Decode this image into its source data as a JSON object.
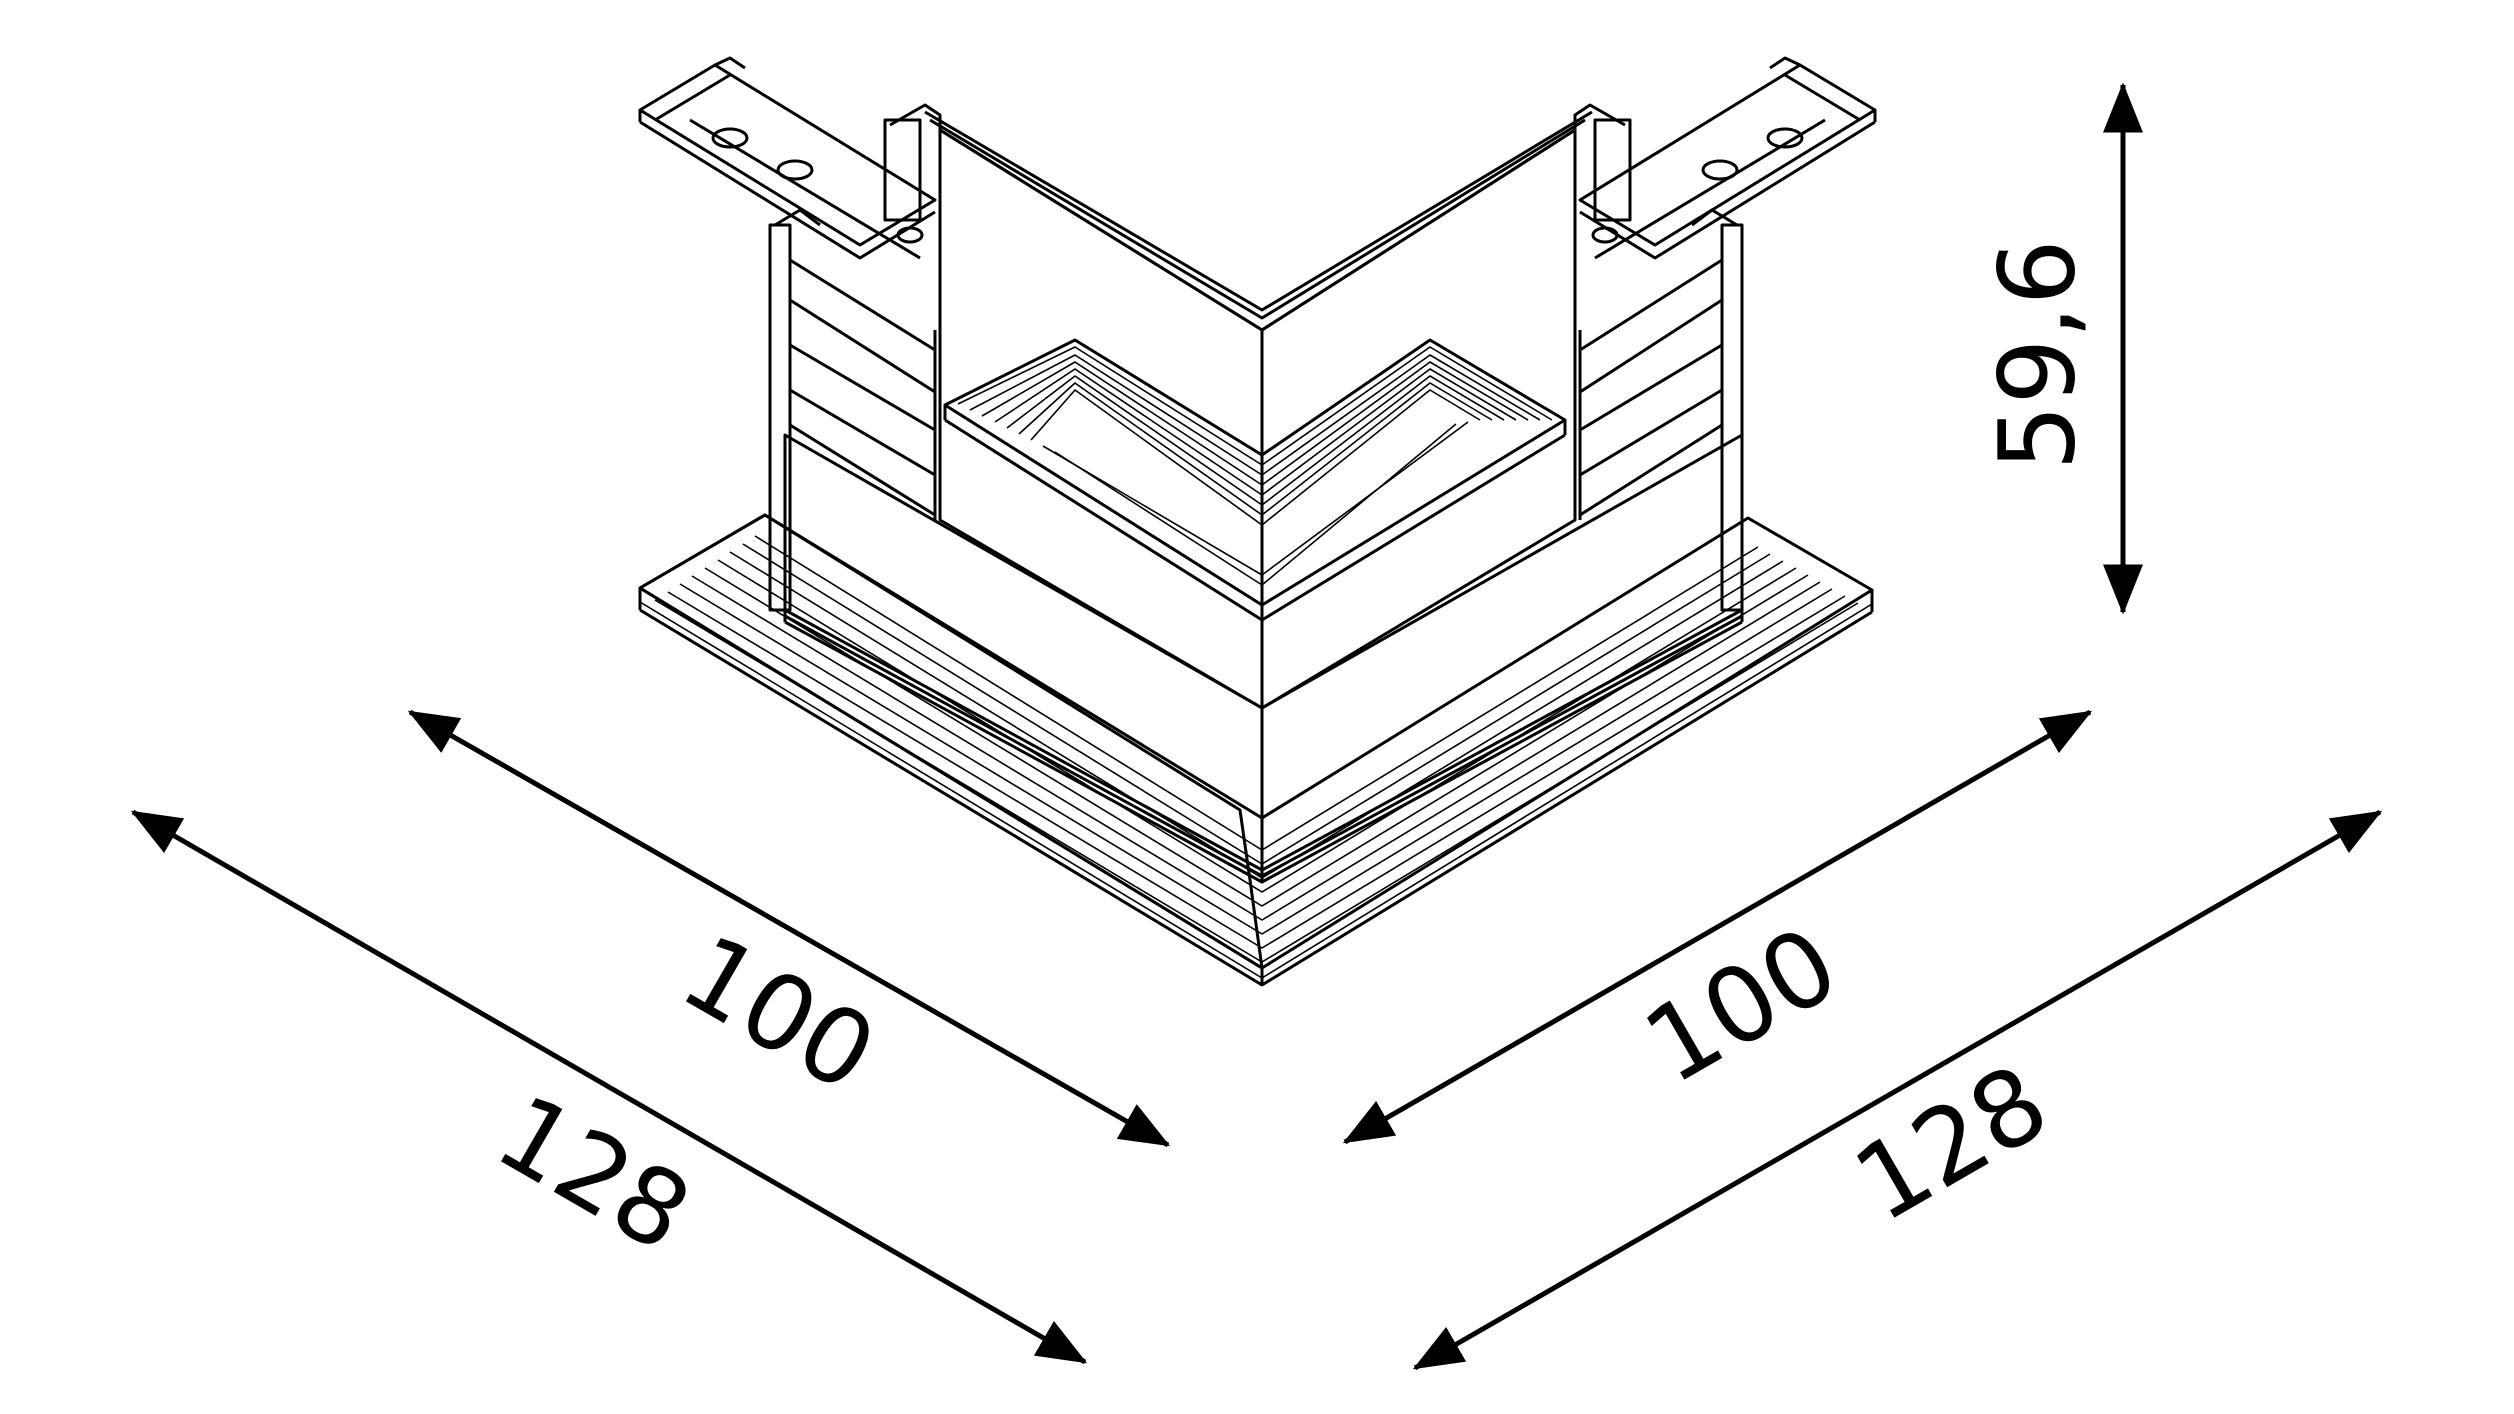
{
  "dimensions": {
    "height": "59,6",
    "inner_left": "100",
    "inner_right": "100",
    "outer_left": "128",
    "outer_right": "128"
  },
  "colors": {
    "line": "#000000",
    "background": "#ffffff"
  }
}
